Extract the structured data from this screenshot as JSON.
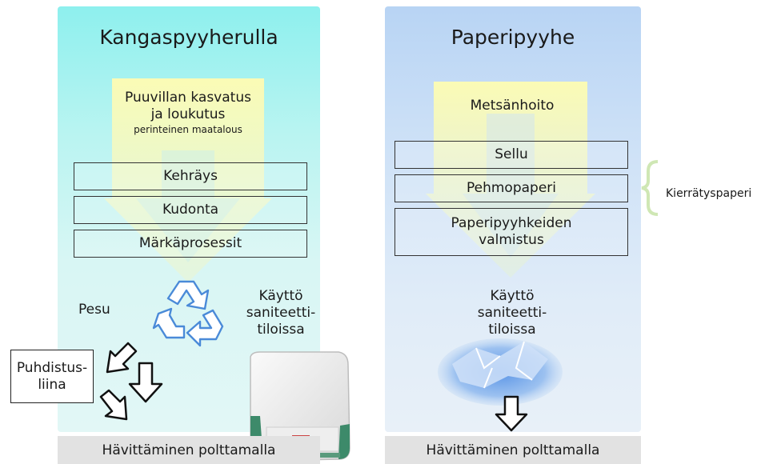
{
  "left": {
    "title": "Kangaspyyherulla",
    "step1_line1": "Puuvillan kasvatus",
    "step1_line2": "ja loukutus",
    "step1_sub": "perinteinen maatalous",
    "box1": "Kehräys",
    "box2": "Kudonta",
    "box3": "Märkäprosessit",
    "use_line1": "Käyttö",
    "use_line2": "saniteetti-",
    "use_line3": "tiloissa",
    "wash": "Pesu",
    "rag_line1": "Puhdistus-",
    "rag_line2": "liina",
    "footer": "Hävittäminen polttamalla"
  },
  "right": {
    "title": "Paperipyyhe",
    "step1": "Metsänhoito",
    "box1": "Sellu",
    "box2": "Pehmopaperi",
    "box3_line1": "Paperipyyhkeiden",
    "box3_line2": "valmistus",
    "use_line1": "Käyttö",
    "use_line2": "saniteetti-",
    "use_line3": "tiloissa",
    "recycle_label": "Kierrätyspaperi",
    "footer": "Hävittäminen polttamalla"
  },
  "icons": {
    "recycle": "recycle-icon",
    "dispenser": "towel-dispenser-icon",
    "tissue": "paper-tissue-icon",
    "arrows": "outline-arrow-icon"
  },
  "colors": {
    "left_panel": "#8ef0ee",
    "right_panel": "#b8d4f4",
    "yellow_arrow": "#f7f7b0",
    "footer_bg": "#e2e2e2",
    "recycle_blue": "#4a8ad8"
  }
}
